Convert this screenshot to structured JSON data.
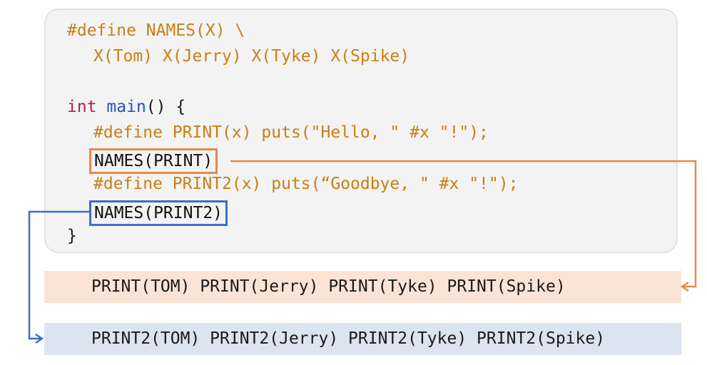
{
  "code": {
    "line1": "#define NAMES(X) \\",
    "line2": "X(Tom) X(Jerry) X(Tyke) X(Spike)",
    "line3_kw": "int",
    "line3_fn": "main",
    "line3_rest": "() {",
    "line4": "#define PRINT(x) puts(\"Hello, \" #x \"!\");",
    "line5": "NAMES(PRINT)",
    "line6": "#define PRINT2(x) puts(“Goodbye, \" #x \"!\");",
    "line7": "NAMES(PRINT2)",
    "line8": "}"
  },
  "results": {
    "print": "PRINT(TOM) PRINT(Jerry) PRINT(Tyke) PRINT(Spike)",
    "print2": "PRINT2(TOM) PRINT2(Jerry) PRINT2(Tyke) PRINT2(Spike)"
  },
  "colors": {
    "orange": "#e88a48",
    "blue": "#3d6ec7",
    "macro": "#c97f15",
    "keyword": "#b61f4d",
    "function": "#2552c2"
  }
}
